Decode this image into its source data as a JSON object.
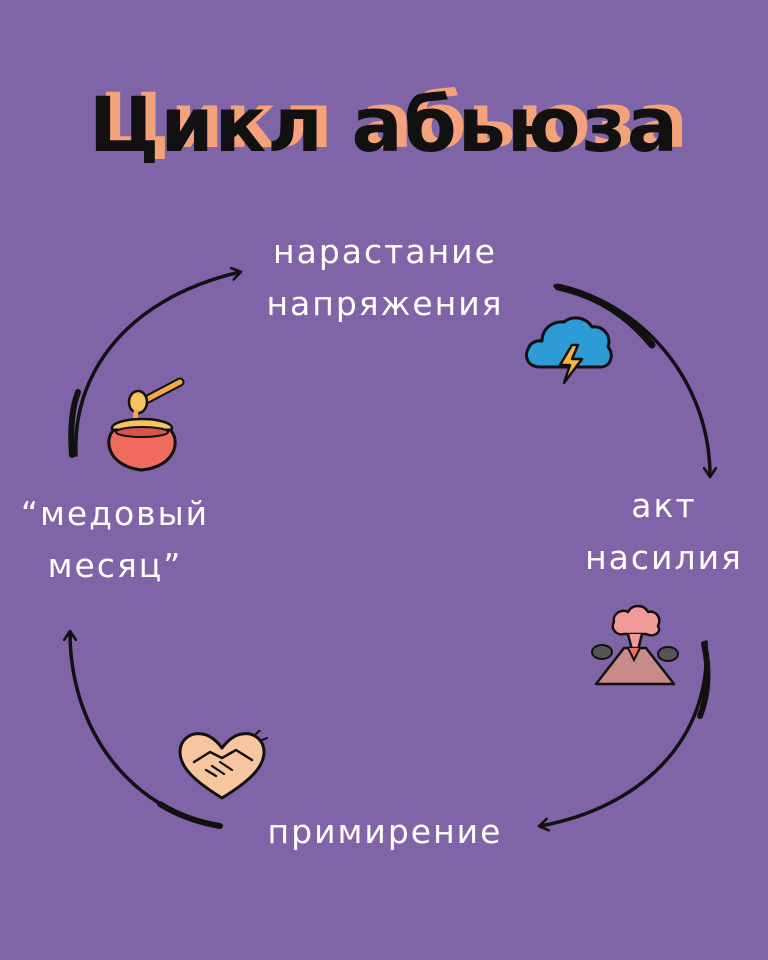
{
  "title": "Цикл абьюза",
  "stages": {
    "tension": {
      "line1": "нарастание",
      "line2": "напряжения",
      "icon": "storm-cloud-icon"
    },
    "violence": {
      "line1": "акт",
      "line2": "насилия",
      "icon": "volcano-icon"
    },
    "reconciliation": {
      "line1": "примирение",
      "icon": "heart-handshake-icon"
    },
    "honeymoon": {
      "line1": "“медовый",
      "line2": "месяц”",
      "icon": "honey-pot-icon"
    }
  },
  "colors": {
    "background": "#7f65a7",
    "title": "#111111",
    "title_shadow": "#f4a27a",
    "text": "#ffffff",
    "arrow": "#111111"
  }
}
